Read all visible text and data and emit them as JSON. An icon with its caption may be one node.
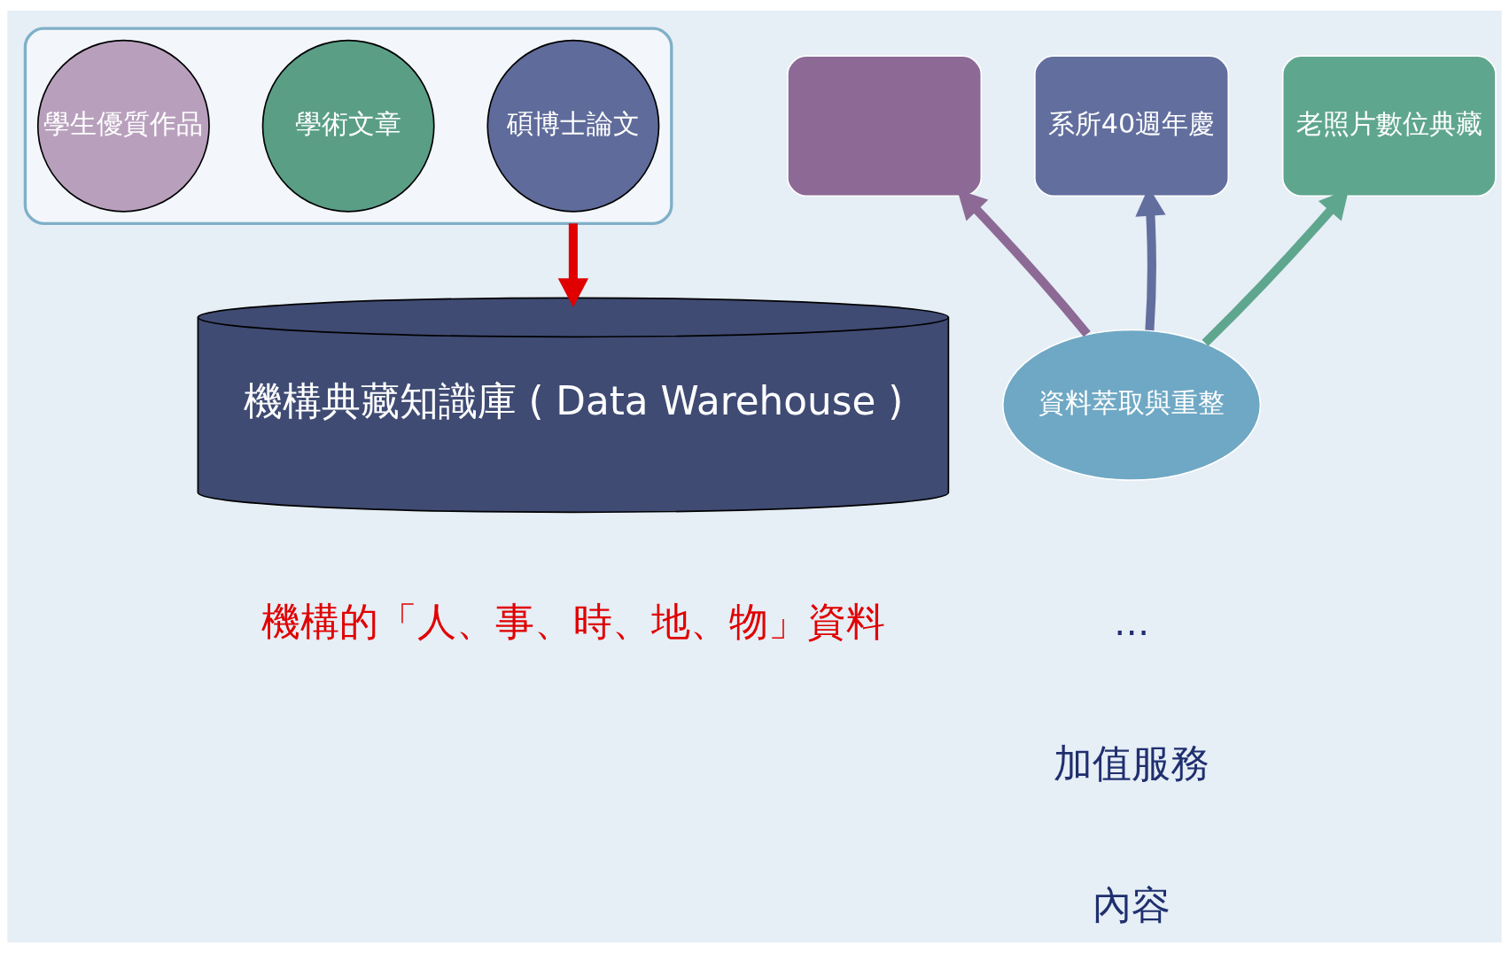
{
  "diagram": {
    "nodes": [
      {
        "text": [],
        "shape": "funnel"
      },
      {
        "text": [
          "碩博士論文"
        ],
        "in": 0
      },
      {
        "text": [
          "學術文章"
        ],
        "in": 0
      },
      {
        "text": [
          "學生優質作品"
        ],
        "in": 0
      },
      {
        "text": [
          "機構典藏知識庫 ( Data Warehouse )"
        ]
      },
      {
        "text": [
          "資料萃取與重整"
        ]
      },
      {
        "text": [],
        "shape": "box"
      },
      {
        "text": [
          "系所40週年慶"
        ]
      },
      {
        "text": [
          "老照片數位典藏"
        ]
      }
    ],
    "edges": [
      {
        "from": 0,
        "to": 4,
        "arrow": "to",
        "color": "#e00000"
      },
      {
        "from": 5,
        "to": 6,
        "arrow": "to",
        "color": "#8c6a95"
      },
      {
        "from": 5,
        "to": 7,
        "arrow": "to",
        "color": "#626f9e"
      },
      {
        "from": 5,
        "to": 8,
        "arrow": "to",
        "color": "#5fa68e"
      }
    ],
    "labels": [
      "…",
      "加值服務",
      "內容",
      "機構的「人、事、時、地、物」資料"
    ]
  }
}
